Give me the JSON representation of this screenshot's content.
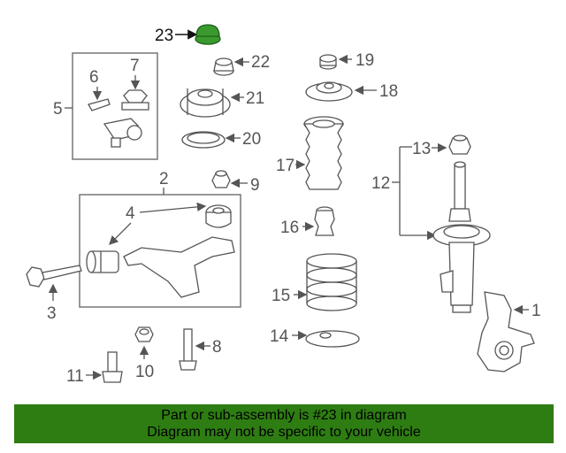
{
  "diagram": {
    "highlighted_part": "23",
    "callouts": {
      "c1": "1",
      "c2": "2",
      "c3": "3",
      "c4": "4",
      "c5": "5",
      "c6": "6",
      "c7": "7",
      "c8": "8",
      "c9": "9",
      "c10": "10",
      "c11": "11",
      "c12": "12",
      "c13": "13",
      "c14": "14",
      "c15": "15",
      "c16": "16",
      "c17": "17",
      "c18": "18",
      "c19": "19",
      "c20": "20",
      "c21": "21",
      "c22": "22",
      "c23": "23"
    }
  },
  "banner": {
    "line1": "Part or sub-assembly is #23 in diagram",
    "line2": "Diagram may not be specific to your vehicle",
    "background_color": "#2e7d13"
  },
  "colors": {
    "highlight_part": "#3a9a2e",
    "line_art": "#555555"
  }
}
